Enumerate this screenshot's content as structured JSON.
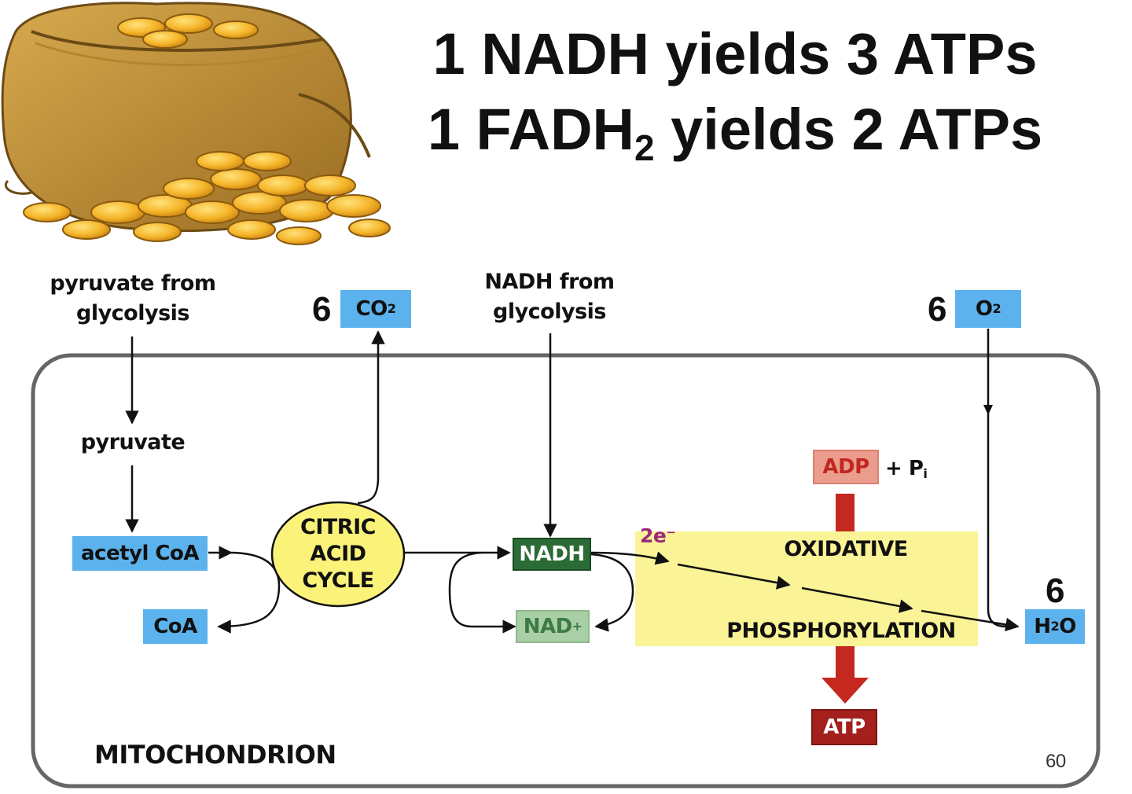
{
  "headline": {
    "line1": "1 NADH yields 3 ATPs",
    "line2_prefix": "1 FADH",
    "line2_subscript": "2",
    "line2_suffix": " yields 2 ATPs"
  },
  "inputs": {
    "pyruvate_from": "pyruvate from",
    "pyruvate_glycolysis": "glycolysis",
    "nadh_from": "NADH from",
    "nadh_glycolysis": "glycolysis"
  },
  "molecules": {
    "pyruvate": "pyruvate",
    "acetyl_coa": "acetyl CoA",
    "coa": "CoA",
    "co2_coef": "6",
    "co2_base": "CO",
    "co2_sub": "2",
    "o2_coef": "6",
    "o2_base": "O",
    "o2_sub": "2",
    "h2o_coef": "6",
    "h2o_base_h": "H",
    "h2o_sub": "2",
    "h2o_base_o": "O",
    "nadh": "NADH",
    "nad_base": "NAD",
    "nad_sup": "+",
    "adp": "ADP",
    "plus_pi": "+ P",
    "pi_sub": "i",
    "atp": "ATP",
    "electrons": "2e",
    "electrons_sup": "−"
  },
  "citric_cycle": {
    "line1": "CITRIC",
    "line2": "ACID",
    "line3": "CYCLE"
  },
  "oxphos": {
    "line1": "OXIDATIVE",
    "line2": "PHOSPHORYLATION"
  },
  "compartment_label": "MITOCHONDRION",
  "page_number": "60",
  "colors": {
    "blue_box": "#5cb2ec",
    "nadh_green": "#2b6b35",
    "nad_pale_green": "#a9cfa6",
    "oxphos_yellow": "#fbf497",
    "cycle_yellow": "#fbf27a",
    "atp_red": "#a3201c",
    "adp_pink": "#ec9c8d",
    "electron_magenta": "#9b2a7c"
  }
}
